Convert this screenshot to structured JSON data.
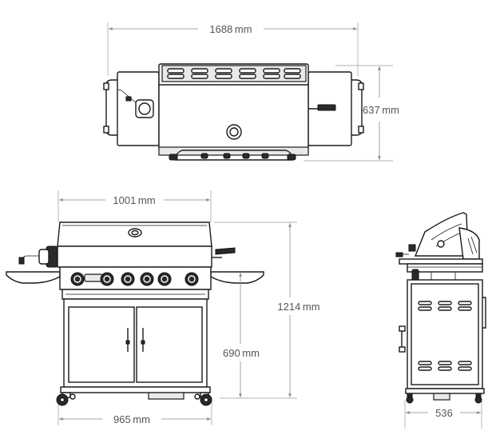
{
  "dimensions": {
    "top_width": "1688 mm",
    "top_depth": "637 mm",
    "front_hood_width": "1001 mm",
    "front_total_height": "1214 mm",
    "front_counter_height": "690 mm",
    "front_base_width": "965 mm",
    "side_depth": "536"
  },
  "colors": {
    "line": "#1a1a1a",
    "dimension": "#8a8a8a",
    "dimension_text": "#555555"
  }
}
